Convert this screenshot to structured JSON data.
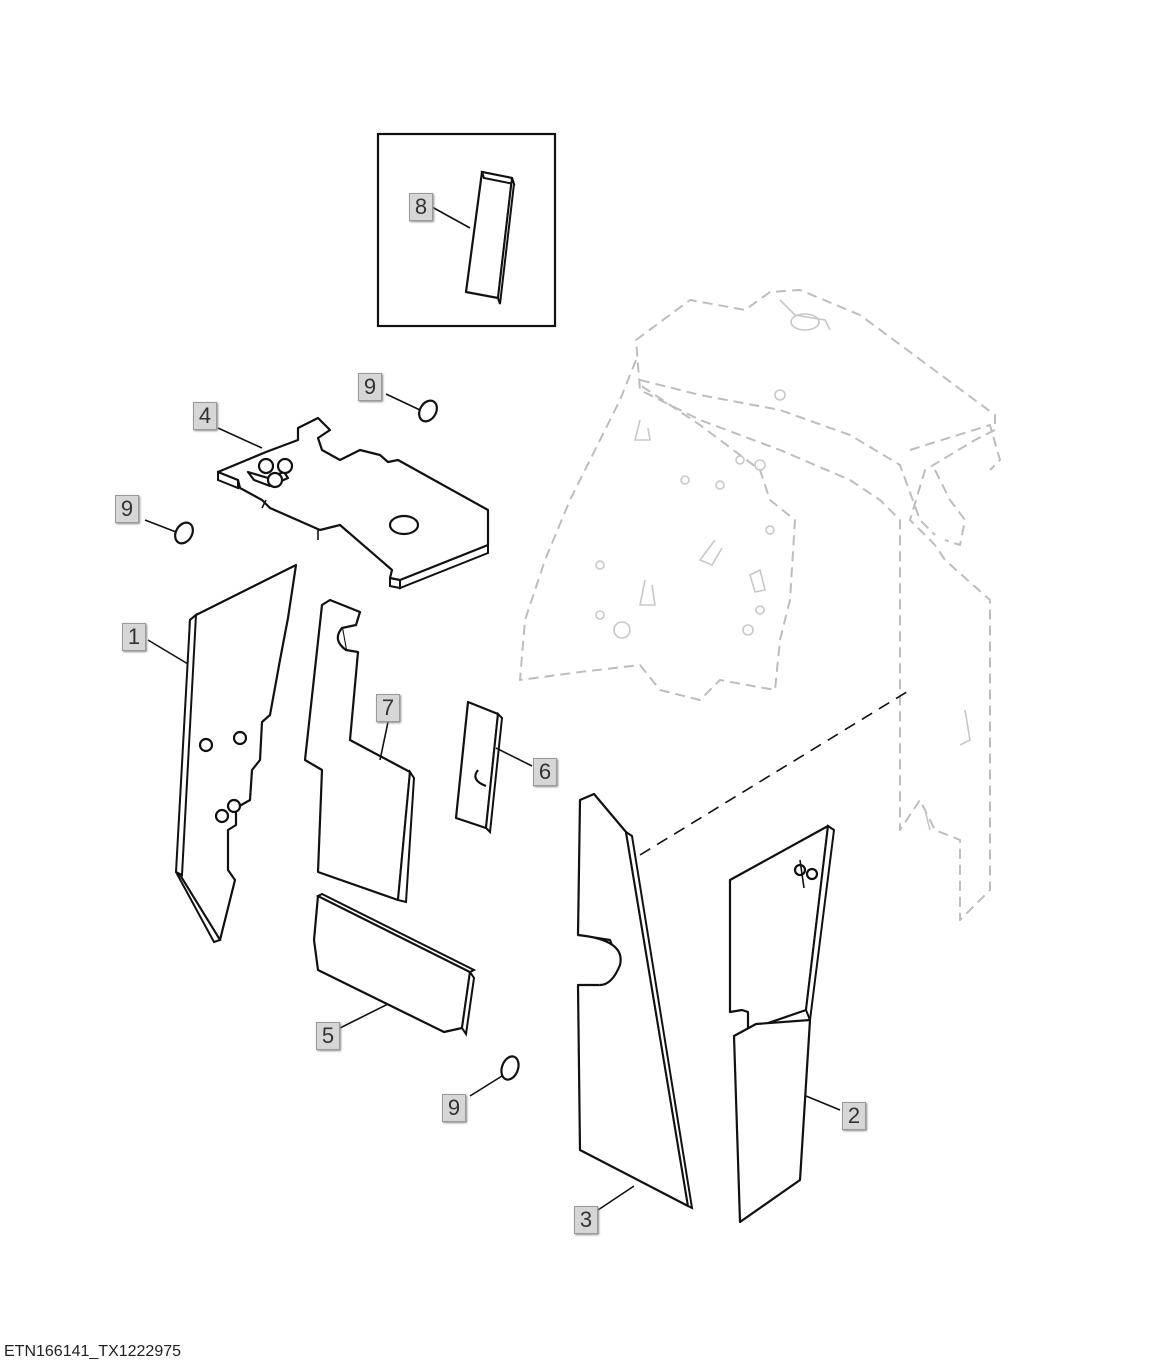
{
  "callouts": {
    "c1": "1",
    "c2": "2",
    "c3": "3",
    "c4": "4",
    "c5": "5",
    "c6": "6",
    "c7": "7",
    "c8": "8",
    "c9a": "9",
    "c9b": "9",
    "c9c": "9"
  },
  "reference_id": "ETN166141_TX1222975"
}
